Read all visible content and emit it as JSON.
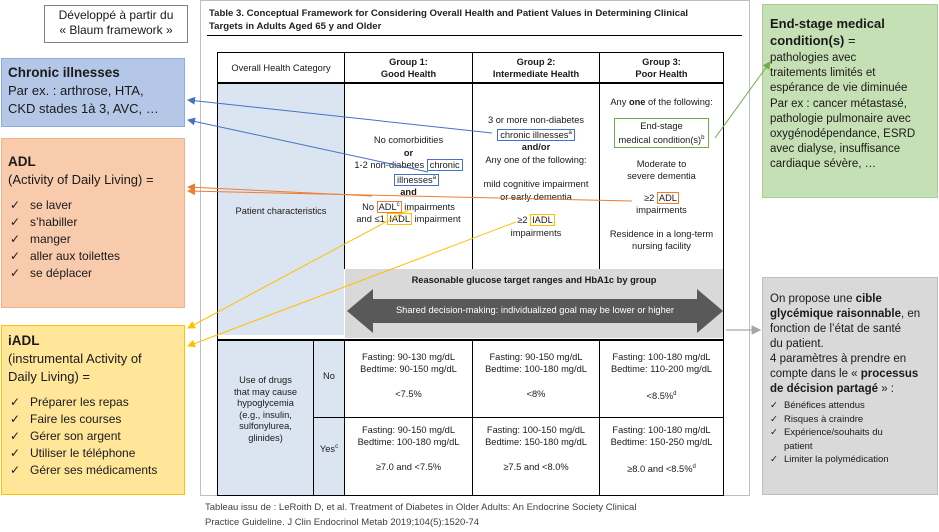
{
  "source_note": {
    "line1": "Développé à partir du",
    "line2": "« Blaum framework »"
  },
  "chronic": {
    "title": "Chronic illnesses",
    "body": [
      "Par ex. : arthrose, HTA,",
      "CKD stades 1à 3, AVC, …"
    ]
  },
  "adl": {
    "title": "ADL",
    "subtitle": "(Activity of Daily Living) =",
    "items": [
      "se laver",
      "s’habiller",
      "manger",
      "aller aux toilettes",
      "se déplacer"
    ]
  },
  "iadl": {
    "title": "iADL",
    "subtitle": [
      "(instrumental Activity of",
      "Daily Living) ="
    ],
    "items": [
      "Préparer les repas",
      "Faire les courses",
      "Gérer son argent",
      "Utiliser le téléphone",
      "Gérer ses médicaments"
    ]
  },
  "endstage": {
    "title": "End-stage medical",
    "title2": "condition(s)",
    "eq": " =",
    "body": [
      "pathologies avec",
      "traitements limités et",
      "espérance de vie diminuée",
      "Par ex : cancer métastasé,",
      "pathologie pulmonaire avec",
      "oxygénodépendance, ESRD",
      "avec dialyse, insuffisance",
      "cardiaque sévère, …"
    ]
  },
  "proposal": {
    "p1a": "On propose une ",
    "p1b": "cible",
    "p1c": "glycémique raisonnable",
    "p1d": ", en",
    "p1e": "fonction de l’état de santé",
    "p1f": "du patient.",
    "p2a": "4 paramètres à prendre en",
    "p2b": "compte dans le « ",
    "p2c": "processus",
    "p2d": "de décision partagé",
    "p2e": " » :",
    "items": [
      "Bénéfices attendus",
      "Risques à craindre",
      "Expérience/souhaits du",
      "patient",
      "Limiter la polymédication"
    ]
  },
  "citation": {
    "line1": "Tableau issu de : LeRoith D, et al. Treatment of Diabetes in Older Adults: An Endocrine Society Clinical",
    "line2": "Practice Guideline. J Clin Endocrinol Metab 2019;104(5):1520-74"
  },
  "table": {
    "title1": "Table 3.   Conceptual Framework for Considering Overall Health and Patient Values in Determining Clinical",
    "title2": "Targets in Adults Aged 65 y and Older",
    "head_category": "Overall Health Category",
    "g1a": "Group 1:",
    "g1b": "Good Health",
    "g2a": "Group 2:",
    "g2b": "Intermediate Health",
    "g3a": "Group 3:",
    "g3b": "Poor Health",
    "row_patient": "Patient characteristics",
    "c1": {
      "l1": "No comorbidities",
      "l2": "or",
      "l3a": "1-2 non-diabetes ",
      "l3b": "chronic",
      "l4": "illnesses",
      "l4sup": "a",
      "l5": "and",
      "l6a": "No ",
      "l6b": "ADL",
      "l6sup": "c",
      "l6c": " impairments",
      "l7a": "and ≤1 ",
      "l7b": "IADL",
      "l7c": " impairment"
    },
    "c2": {
      "l1": "3 or more non-diabetes",
      "l2": "chronic illnesses",
      "l2sup": "a",
      "l3": "and/or",
      "l4": "Any one of the following:",
      "l5": "mild cognitive impairment",
      "l6": "or early dementia",
      "l7a": "≥2 ",
      "l7b": "IADL",
      "l8": "impairments"
    },
    "c3": {
      "l1a": "Any ",
      "l1b": "one",
      "l1c": " of the following:",
      "l2": "End-stage",
      "l3": "medical condition(s)",
      "l3sup": "b",
      "l4": "Moderate to",
      "l5": "severe dementia",
      "l6a": "≥2 ",
      "l6b": "ADL",
      "l7": "impairments",
      "l8": "Residence in a long-term",
      "l9": "nursing facility"
    },
    "band_title": "Reasonable glucose target ranges and HbA1c by group",
    "arrow_text": "Shared decision-making: individualized goal may be lower or higher",
    "drugs_label": [
      "Use of drugs",
      "that may cause",
      "hypoglycemia",
      "(e.g., insulin,",
      "sulfonylurea,",
      "glinides)"
    ],
    "no": "No",
    "yes": "Yes",
    "yes_sup": "c",
    "no_g1": [
      "Fasting: 90-130 mg/dL",
      "Bedtime: 90-150 mg/dL",
      "<7.5%"
    ],
    "no_g2": [
      "Fasting: 90-150 mg/dL",
      "Bedtime: 100-180 mg/dL",
      "<8%"
    ],
    "no_g3": [
      "Fasting: 100-180 mg/dL",
      "Bedtime: 110-200 mg/dL",
      "<8.5%",
      "d"
    ],
    "yes_g1": [
      "Fasting: 90-150 mg/dL",
      "Bedtime: 100-180 mg/dL",
      "≥7.0 and <7.5%"
    ],
    "yes_g2": [
      "Fasting: 100-150 mg/dL",
      "Bedtime: 150-180 mg/dL",
      "≥7.5 and <8.0%"
    ],
    "yes_g3": [
      "Fasting: 100-180 mg/dL",
      "Bedtime: 150-250 mg/dL",
      "≥8.0 and <8.5%",
      "d"
    ]
  },
  "colors": {
    "blue": "#4472c4",
    "orange": "#ed7d31",
    "yellow": "#ffc000",
    "green": "#70ad47",
    "gray": "#a6a6a6"
  }
}
